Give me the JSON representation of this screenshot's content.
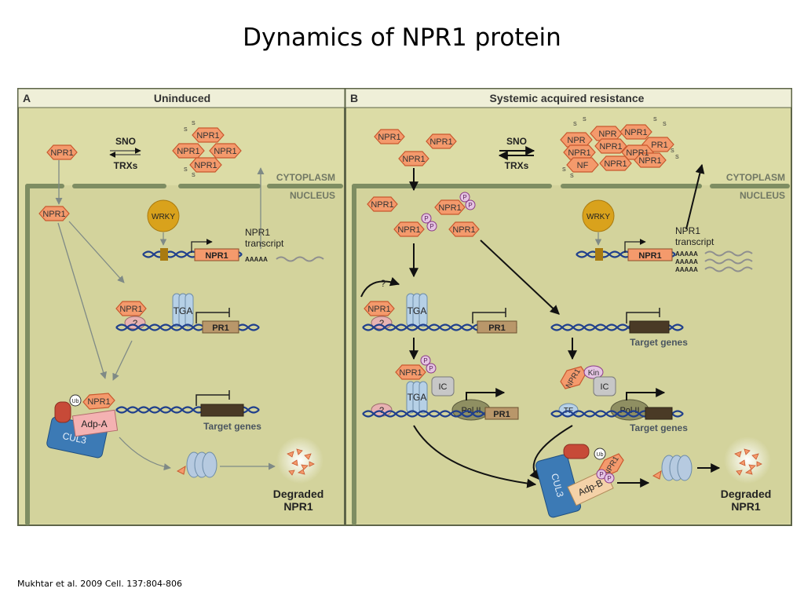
{
  "slide": {
    "title": "Dynamics of NPR1 protein",
    "citation": "Mukhtar et al. 2009 Cell. 137:804-806"
  },
  "colors": {
    "panel_bg": "#dcdca6",
    "header_bg": "#efefd8",
    "membrane": "#7e8d62",
    "npr1_fill": "#f49a6c",
    "npr1_stroke": "#c8582e",
    "wrky_fill": "#d9a21c",
    "tga_fill": "#b6d0e6",
    "cul3_fill": "#3c7ab5",
    "adp_fill": "#f4b2b2",
    "dna_blue": "#1f3f8c",
    "text_gray": "#717864"
  },
  "panel_a": {
    "letter": "A",
    "title": "Uninduced",
    "npr1": "NPR1",
    "sno": "SNO",
    "trxs": "TRXs",
    "ss": "S",
    "cytoplasm": "CYTOPLASM",
    "nucleus": "NUCLEUS",
    "wrky": "WRKY",
    "npr1_gene": "NPR1",
    "transcript_line1": "NPR1",
    "transcript_line2": "transcript",
    "polya": "AAAAA",
    "tga": "TGA",
    "question": "?",
    "pr1": "PR1",
    "ub": "Ub",
    "adp": "Adp-A",
    "cul3": "CUL3",
    "target_genes": "Target genes",
    "degraded_line1": "Degraded",
    "degraded_line2": "NPR1"
  },
  "panel_b": {
    "letter": "B",
    "title": "Systemic acquired resistance",
    "npr1": "NPR1",
    "npr_partial": "NPR",
    "pr1_partial": "PR1",
    "nf_partial": "NF",
    "sno": "SNO",
    "trxs": "TRXs",
    "ss": "S",
    "phospho": "P",
    "cytoplasm": "CYTOPLASM",
    "nucleus": "NUCLEUS",
    "wrky": "WRKY",
    "npr1_gene": "NPR1",
    "transcript_line1": "NPR1",
    "transcript_line2": "transcript",
    "polya": "AAAAA",
    "tga": "TGA",
    "question": "?",
    "pr1": "PR1",
    "ic": "IC",
    "pol2": "Pol II",
    "kin": "Kin",
    "tf": "TF",
    "target_genes": "Target genes",
    "ub": "Ub",
    "adp": "Adp-B",
    "cul3": "CUL3",
    "degraded_line1": "Degraded",
    "degraded_line2": "NPR1"
  }
}
